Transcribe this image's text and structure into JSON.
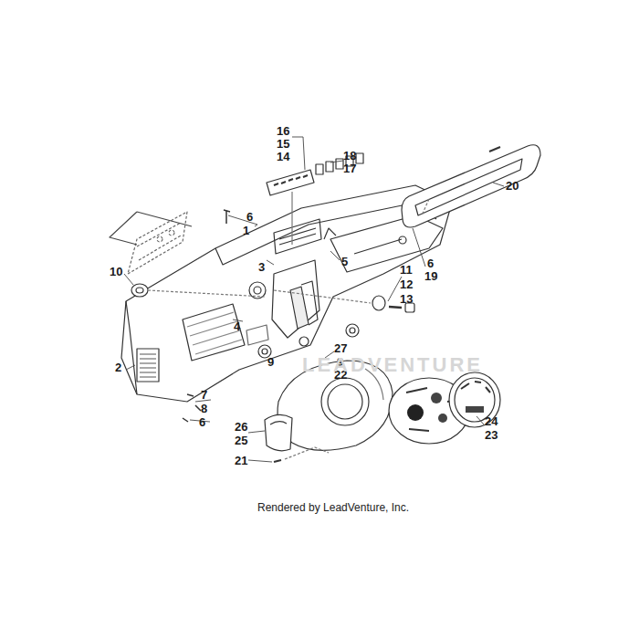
{
  "diagram": {
    "caption": "Rendered by LeadVenture, Inc.",
    "labels": [
      "16",
      "15",
      "14",
      "18",
      "17",
      "20",
      "6",
      "1",
      "3",
      "5",
      "6",
      "19",
      "10",
      "11",
      "12",
      "13",
      "4",
      "27",
      "9",
      "22",
      "9",
      "2",
      "7",
      "8",
      "6",
      "26",
      "25",
      "24",
      "23",
      "21",
      "LEADVENTURE"
    ]
  }
}
